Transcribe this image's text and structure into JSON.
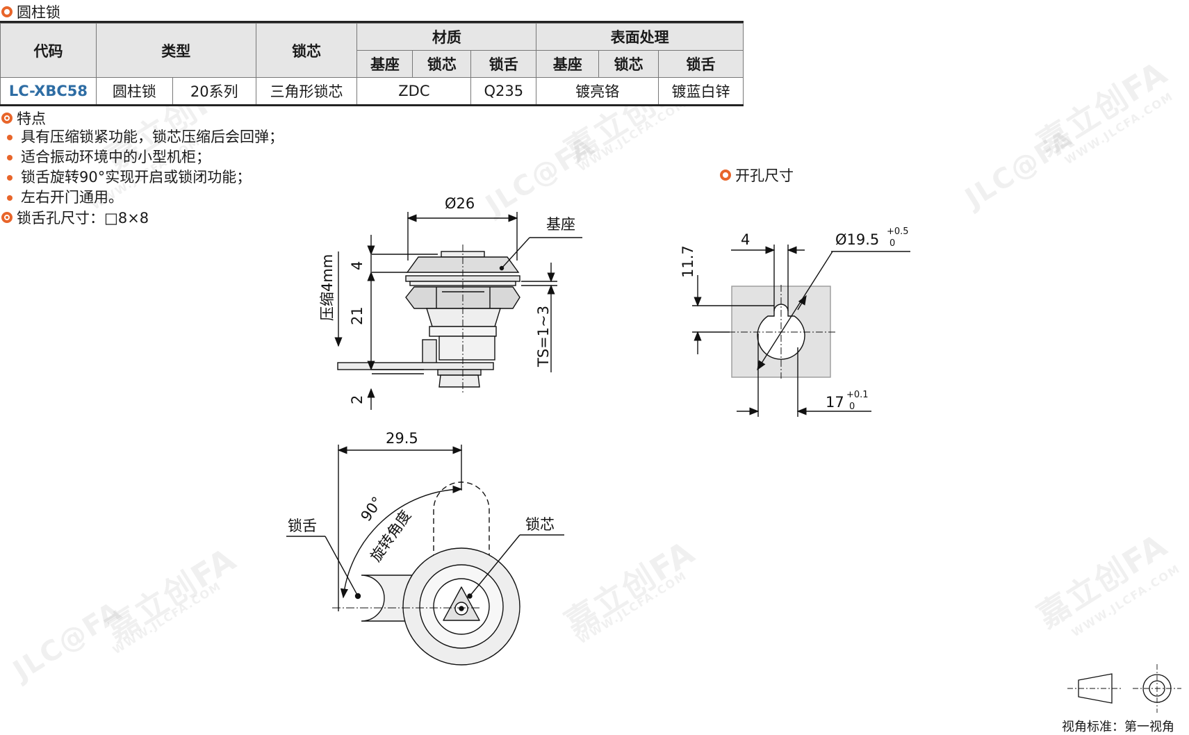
{
  "title": "圆柱锁",
  "table": {
    "headers": {
      "code": "代码",
      "type": "类型",
      "core": "锁芯",
      "material": "材质",
      "surface": "表面处理",
      "sub": [
        "基座",
        "锁芯",
        "锁舌",
        "基座",
        "锁芯",
        "锁舌"
      ]
    },
    "row": {
      "code": "LC-XBC58",
      "type1": "圆柱锁",
      "type2": "20系列",
      "core": "三角形锁芯",
      "mat_base_core": "ZDC",
      "mat_tongue": "Q235",
      "surf_base_core": "镀亮铬",
      "surf_tongue": "镀蓝白锌"
    }
  },
  "features": {
    "heading": "特点",
    "items": [
      "具有压缩锁紧功能，锁芯压缩后会回弹；",
      "适合振动环境中的小型机柜；",
      "锁舌旋转90°实现开启或锁闭功能；",
      "左右开门通用。"
    ],
    "hole_size": "锁舌孔尺寸：□8×8"
  },
  "cutout": {
    "heading": "开孔尺寸",
    "dim_width": "4",
    "dim_height": "11.7",
    "dim_diameter": "Ø19.5",
    "dim_diameter_tol_top": "+0.5",
    "dim_diameter_tol_bottom": "0",
    "dim_flat": "17",
    "dim_flat_tol_top": "+0.1",
    "dim_flat_tol_bottom": "0"
  },
  "side_view": {
    "dim_diameter": "Ø26",
    "label_base": "基座",
    "dim_top": "4",
    "dim_body": "21",
    "dim_bottom": "2",
    "label_compress": "压缩4mm",
    "label_ts": "TS=1~3"
  },
  "front_view": {
    "dim_width": "29.5",
    "label_angle": "90°",
    "label_rotation": "旋转角度",
    "label_tongue": "锁舌",
    "label_core": "锁芯"
  },
  "view_standard": "视角标准：第一视角",
  "watermark": [
    "嘉立创FA",
    "JLC@FA",
    "WWW.JLCFA.COM"
  ]
}
